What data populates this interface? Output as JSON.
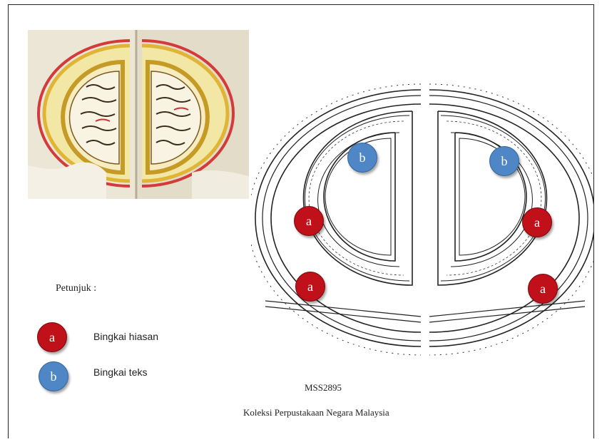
{
  "markers": {
    "a": "a",
    "b": "b"
  },
  "legend": {
    "title": "Petunjuk :",
    "items": [
      {
        "marker": "a",
        "label": "Bingkai hiasan",
        "color": "#c0101a"
      },
      {
        "marker": "b",
        "label": "Bingkai teks",
        "color": "#4f86c6"
      }
    ]
  },
  "caption": {
    "ms_id": "MSS2895",
    "collection": "Koleksi Perpustakaan Negara Malaysia"
  }
}
